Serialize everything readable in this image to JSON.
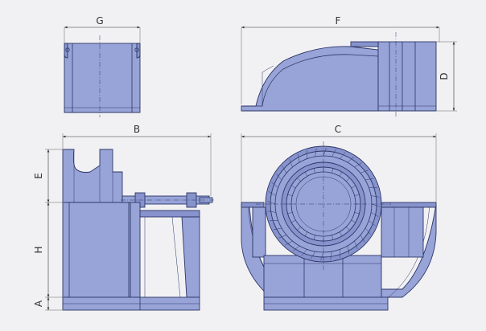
{
  "dimensions": {
    "G": "G",
    "F": "F",
    "D": "D",
    "B": "B",
    "C": "C",
    "E": "E",
    "H": "H",
    "A": "A"
  },
  "colors": {
    "background": "#f1f1f4",
    "body": "#98a4d8",
    "outline": "#2c3566"
  }
}
